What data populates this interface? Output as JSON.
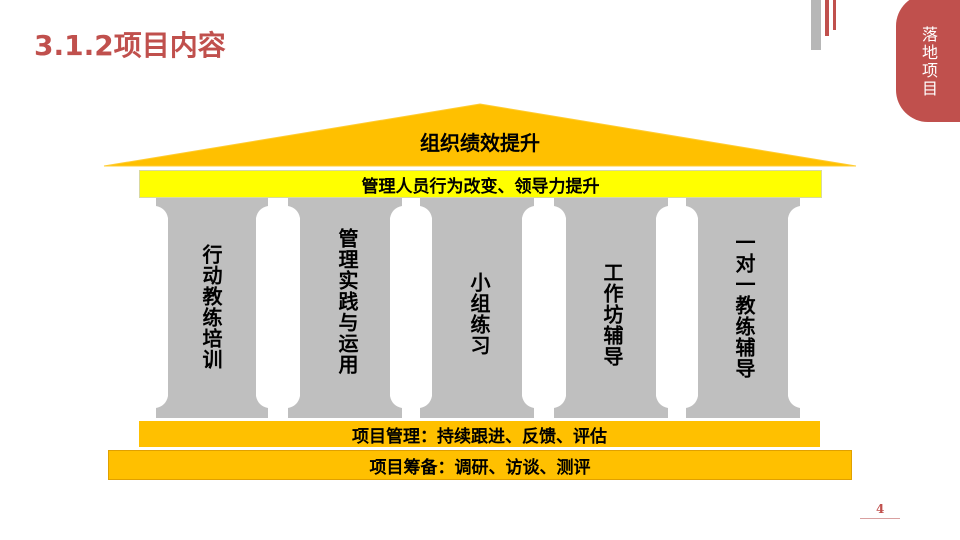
{
  "title": "3.1.2项目内容",
  "badge": {
    "label": "落地项目"
  },
  "roof": {
    "label": "组织绩效提升"
  },
  "top_band": {
    "label": "管理人员行为改变、领导力提升"
  },
  "pillars": [
    {
      "label": "行动教练培训"
    },
    {
      "label": "管理实践与运用"
    },
    {
      "label": "小组练习"
    },
    {
      "label": "工作坊辅导"
    },
    {
      "label": "一对一教练辅导"
    }
  ],
  "bottom_band": {
    "label": "项目管理：持续跟进、反馈、评估"
  },
  "foundation_band": {
    "label": "项目筹备：调研、访谈、测评"
  },
  "page_number": "4",
  "colors": {
    "accent": "#c0504d",
    "roof": "#ffc000",
    "top_band": "#ffff00",
    "pillar": "#bfbfbf",
    "pillar_capital": "#d9d9d9"
  }
}
